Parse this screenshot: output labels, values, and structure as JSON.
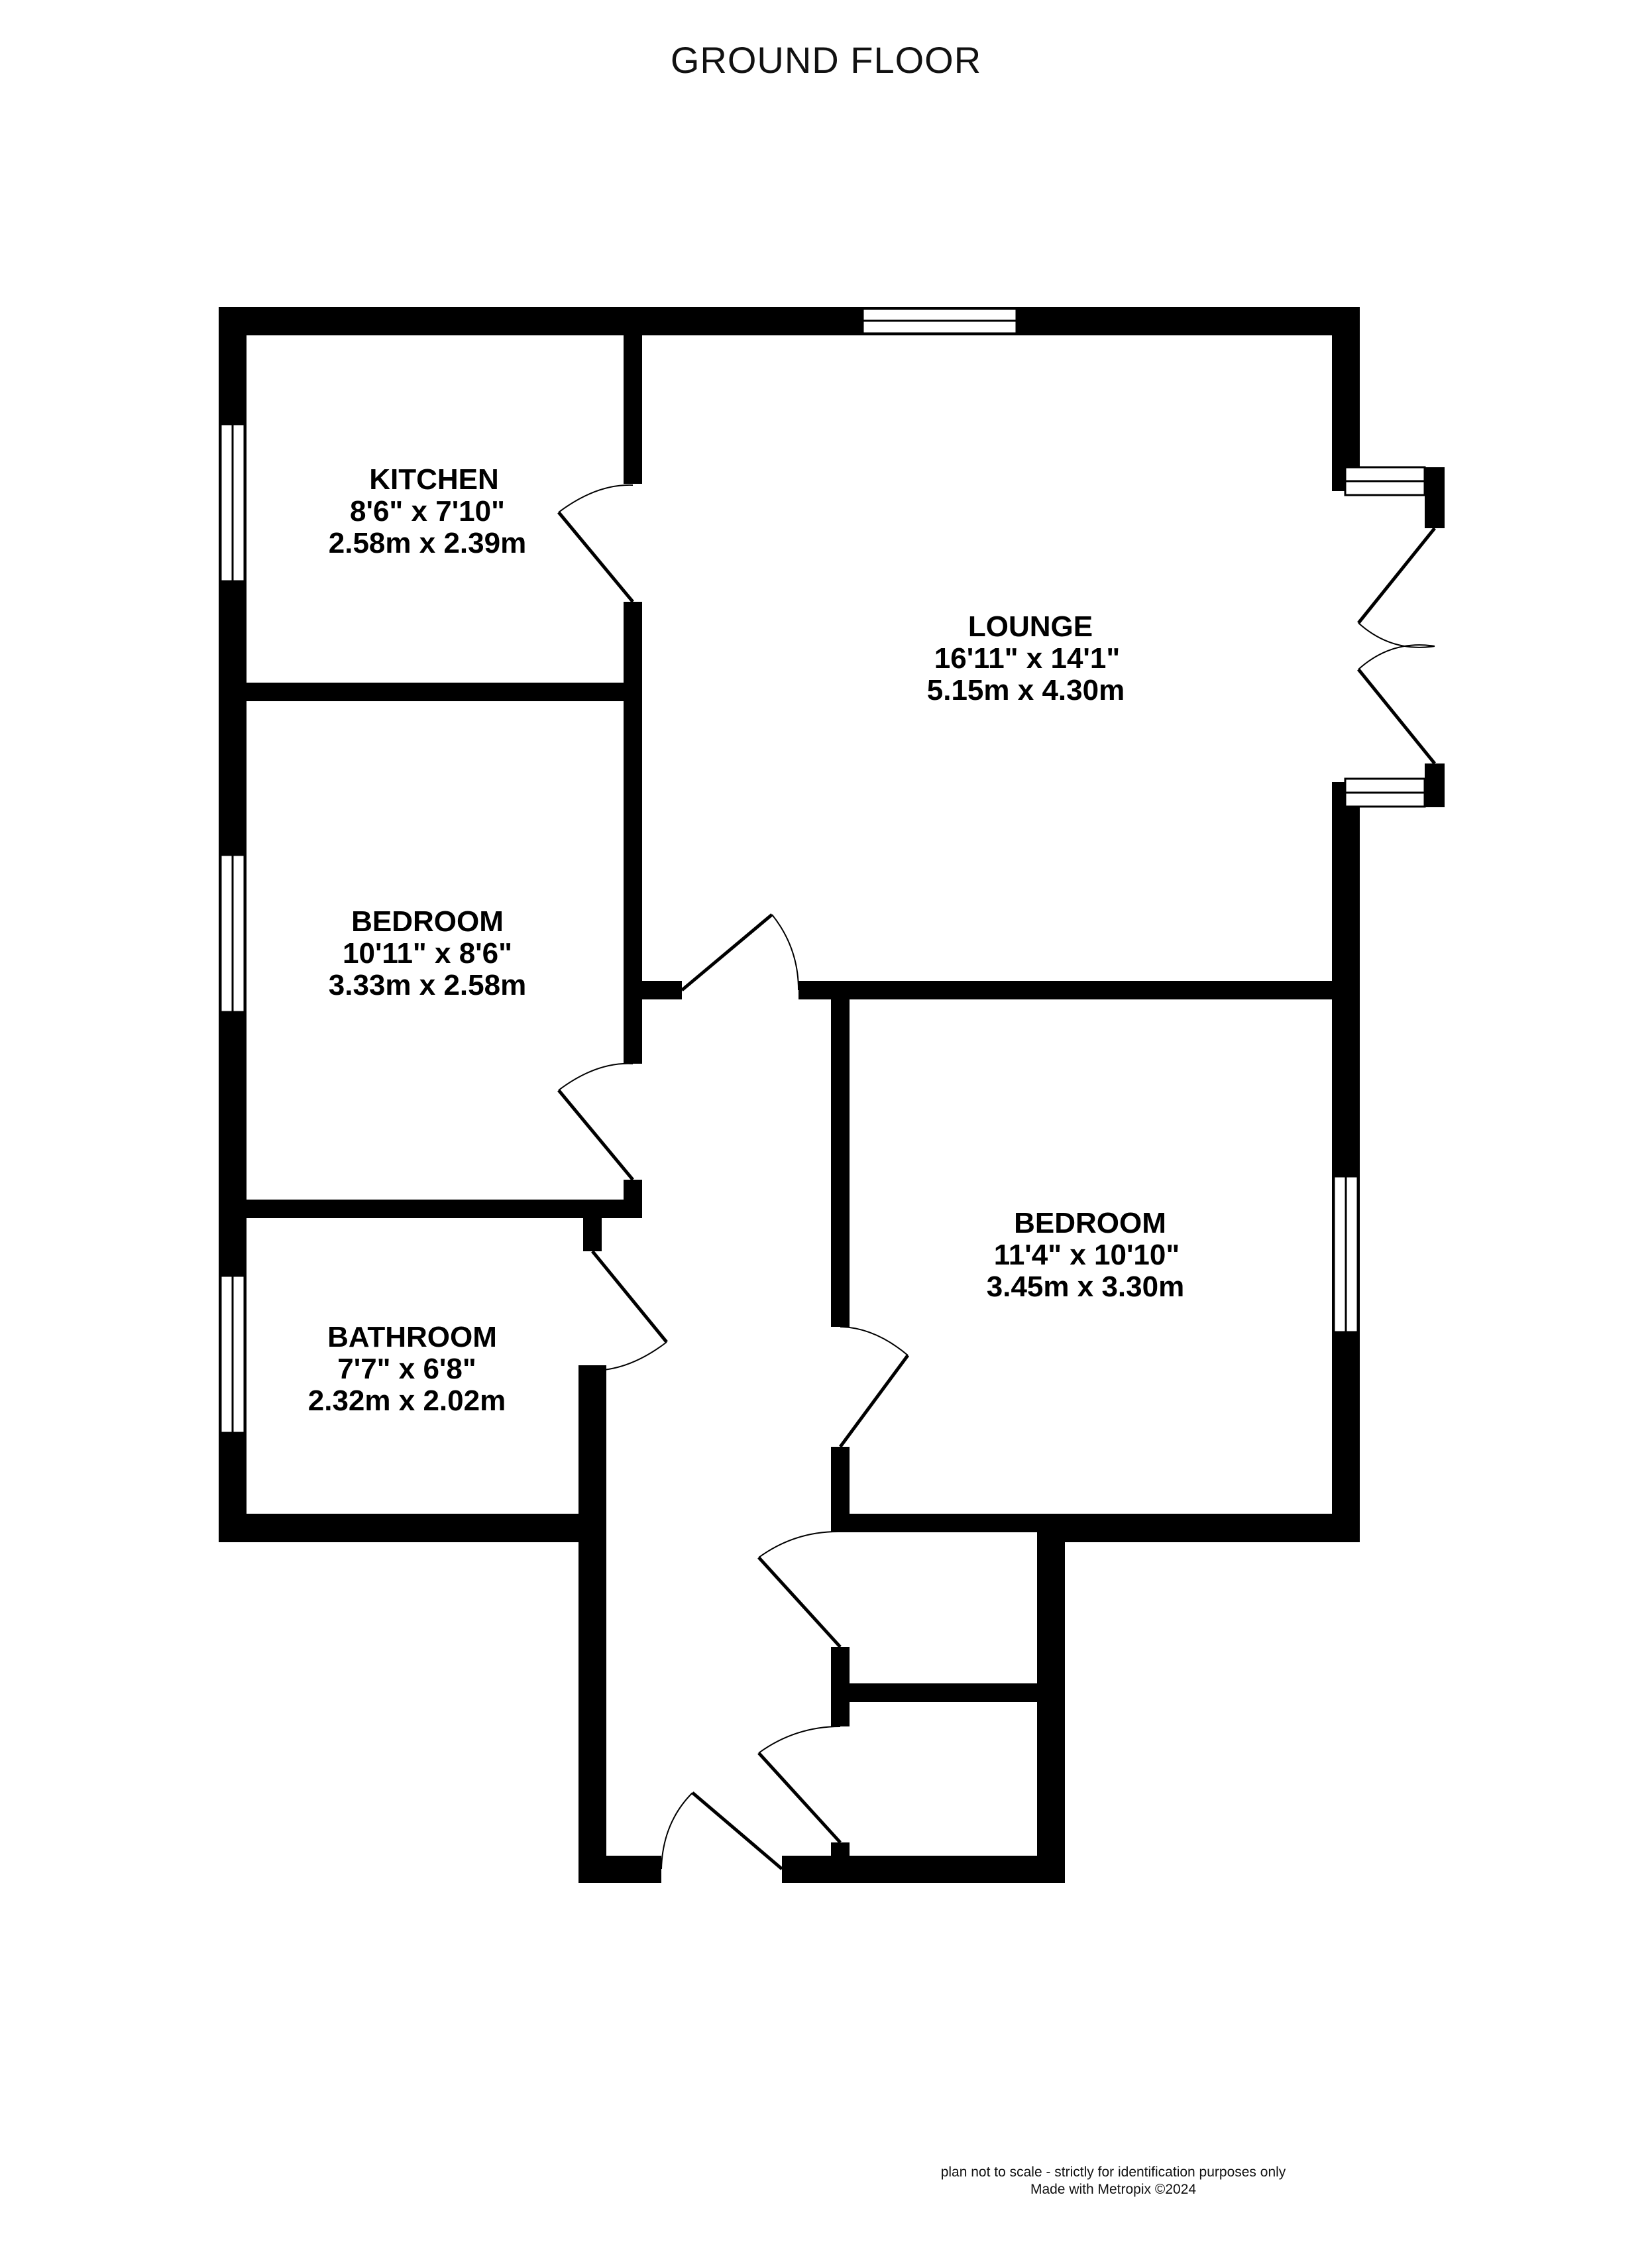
{
  "title": "GROUND FLOOR",
  "rooms": [
    {
      "id": "kitchen",
      "name": "KITCHEN",
      "imperial": "8'6\"  x 7'10\"",
      "metric": "2.58m  x 2.39m"
    },
    {
      "id": "lounge",
      "name": "LOUNGE",
      "imperial": "16'11\"  x 14'1\"",
      "metric": "5.15m  x 4.30m"
    },
    {
      "id": "bedroom-1",
      "name": "BEDROOM",
      "imperial": "10'11\"  x 8'6\"",
      "metric": "3.33m  x 2.58m"
    },
    {
      "id": "bedroom-2",
      "name": "BEDROOM",
      "imperial": "11'4\"  x 10'10\"",
      "metric": "3.45m  x 3.30m"
    },
    {
      "id": "bathroom",
      "name": "BATHROOM",
      "imperial": "7'7\"  x 6'8\"",
      "metric": "2.32m  x 2.02m"
    }
  ],
  "footer": {
    "disclaimer": "plan not to scale - strictly for identification purposes only",
    "credit": "Made with Metropix ©2024"
  }
}
